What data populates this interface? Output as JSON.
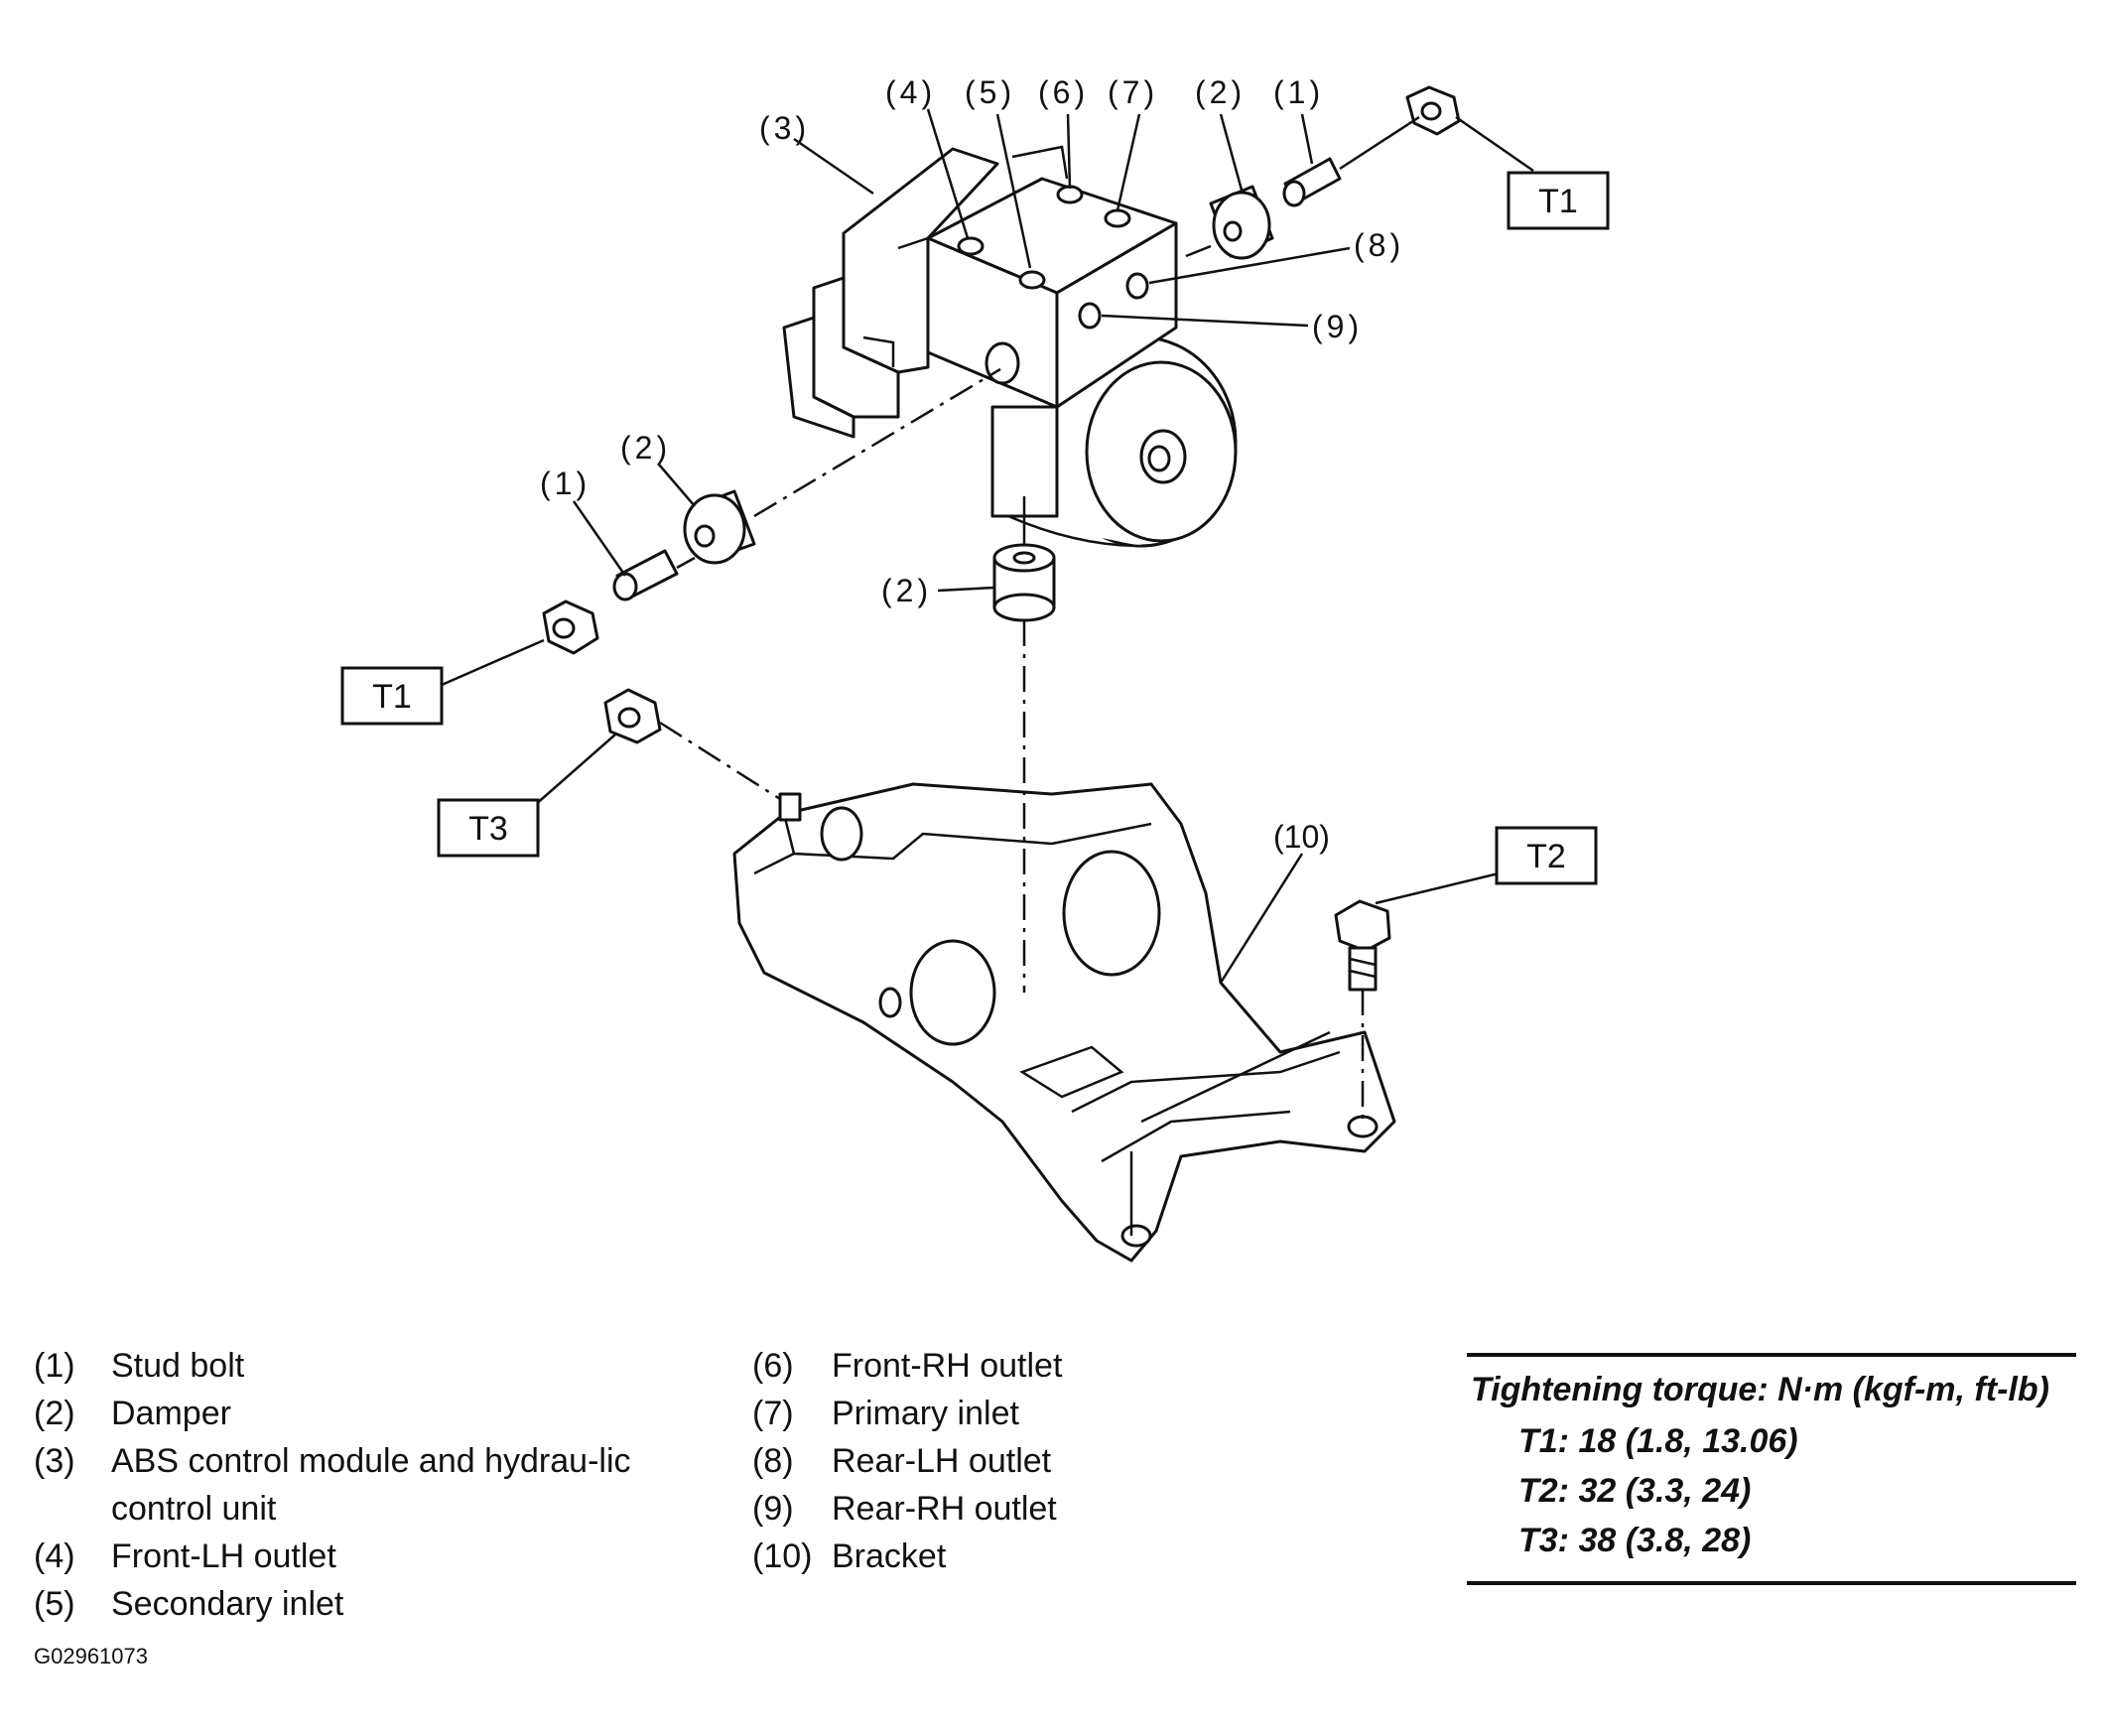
{
  "callouts": {
    "c1_top": "(1)",
    "c2_top": "(2)",
    "c3": "(3)",
    "c4": "(4)",
    "c5": "(5)",
    "c6": "(6)",
    "c7": "(7)",
    "c8": "(8)",
    "c9": "(9)",
    "c1_left": "(1)",
    "c2_left": "(2)",
    "c2_bottom": "(2)",
    "c10": "(10)"
  },
  "torque_boxes": {
    "t1_right": "T1",
    "t1_left": "T1",
    "t3": "T3",
    "t2": "T2"
  },
  "legend": {
    "left": [
      {
        "num": "(1)",
        "text": "Stud bolt"
      },
      {
        "num": "(2)",
        "text": "Damper"
      },
      {
        "num": "(3)",
        "text": "ABS control module and hydrau-lic control unit"
      },
      {
        "num": "(4)",
        "text": "Front-LH outlet"
      },
      {
        "num": "(5)",
        "text": "Secondary inlet"
      }
    ],
    "right": [
      {
        "num": "(6)",
        "text": "Front-RH outlet"
      },
      {
        "num": "(7)",
        "text": "Primary inlet"
      },
      {
        "num": "(8)",
        "text": "Rear-LH outlet"
      },
      {
        "num": "(9)",
        "text": "Rear-RH outlet"
      },
      {
        "num": "(10)",
        "text": "Bracket"
      }
    ]
  },
  "torque_table": {
    "heading": "Tightening torque: N·m (kgf-m, ft-lb)",
    "t1": "T1: 18 (1.8, 13.06)",
    "t2": "T2: 32 (3.3, 24)",
    "t3": "T3: 38 (3.8, 28)"
  },
  "figure_id": "G02961073"
}
